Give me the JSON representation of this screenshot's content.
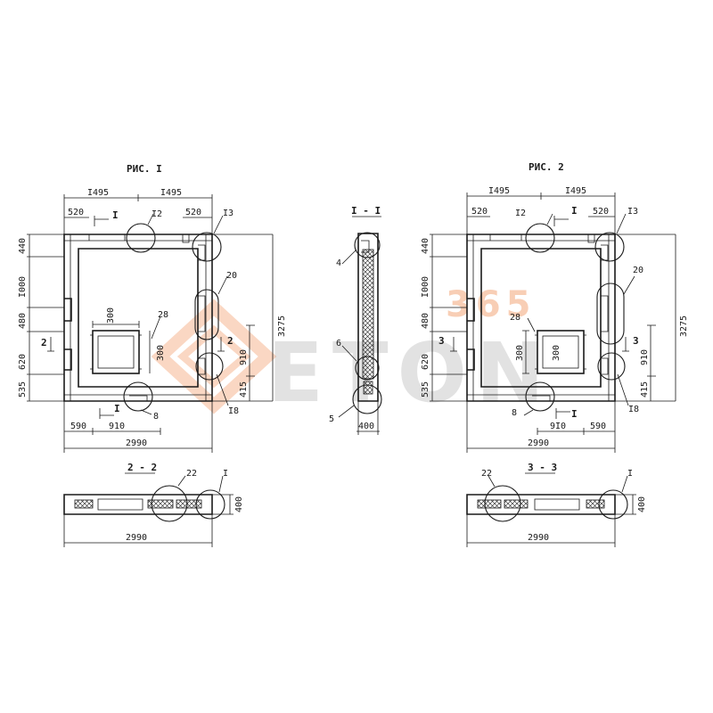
{
  "fig1": {
    "title": "РИС. I",
    "dims": {
      "top_left": "I495",
      "top_right": "I495",
      "sub_left": "520",
      "sub_right": "520",
      "left_1": "440",
      "left_2": "I000",
      "left_3": "480",
      "left_4": "620",
      "left_5": "535",
      "right_total": "3275",
      "right_910": "910",
      "right_415": "415",
      "opening_w": "300",
      "opening_h": "300",
      "bottom_left": "590",
      "bottom_mid": "910",
      "bottom_total": "2990"
    },
    "callouts": {
      "c12": "I2",
      "c13": "I3",
      "c20": "20",
      "c28": "28",
      "c8": "8",
      "c18": "I8"
    },
    "cuts": {
      "top": "I",
      "bottom": "I",
      "left": "2",
      "right": "2"
    }
  },
  "section_1_1": {
    "title": "I - I",
    "callouts": {
      "c4": "4",
      "c6": "6",
      "c5": "5"
    },
    "dim_bottom": "400"
  },
  "section_2_2": {
    "title": "2 - 2",
    "callouts": {
      "c22": "22",
      "cI": "I"
    },
    "dim_side": "400",
    "dim_bottom": "2990"
  },
  "fig2": {
    "title": "РИС. 2",
    "dims": {
      "top_left": "I495",
      "top_right": "I495",
      "sub_left": "520",
      "sub_right": "520",
      "left_1": "440",
      "left_2": "I000",
      "left_3": "480",
      "left_4": "620",
      "left_5": "535",
      "right_total": "3275",
      "right_910": "910",
      "right_415": "415",
      "opening_w": "300",
      "opening_h": "300",
      "bottom_mid": "9I0",
      "bottom_right": "590",
      "bottom_total": "2990"
    },
    "callouts": {
      "c12": "I2",
      "c13": "I3",
      "c20": "20",
      "c28": "28",
      "c8": "8",
      "c18": "I8"
    },
    "cuts": {
      "top": "I",
      "bottom": "I",
      "left": "3",
      "right": "3"
    }
  },
  "section_3_3": {
    "title": "3 - 3",
    "callouts": {
      "c22": "22",
      "cI": "I"
    },
    "dim_side": "400",
    "dim_bottom": "2990"
  },
  "watermark": {
    "number": "365",
    "text": "ETON"
  }
}
